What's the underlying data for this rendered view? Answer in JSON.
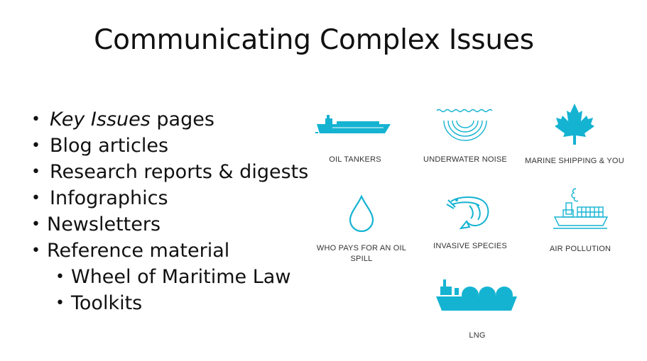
{
  "title": "Communicating Complex Issues",
  "bullets": [
    {
      "italic": "Key Issues",
      "text": " pages"
    },
    {
      "text": "Blog articles"
    },
    {
      "text": "Research reports & digests"
    },
    {
      "text": "Infographics"
    },
    {
      "text": "Newsletters"
    },
    {
      "text": "Reference material"
    }
  ],
  "sub_bullets": [
    {
      "text": "Wheel of Maritime Law"
    },
    {
      "text": "Toolkits"
    }
  ],
  "tiles": {
    "oil_tankers": {
      "label": "OIL TANKERS",
      "icon": "tanker-ship-icon"
    },
    "underwater_noise": {
      "label": "UNDERWATER NOISE",
      "icon": "sound-waves-icon"
    },
    "marine_shipping": {
      "label": "MARINE SHIPPING & YOU",
      "icon": "maple-leaf-icon"
    },
    "oil_spill": {
      "label": "WHO PAYS FOR AN OIL SPILL",
      "icon": "oil-drop-icon"
    },
    "invasive_species": {
      "label": "INVASIVE SPECIES",
      "icon": "shrimp-icon"
    },
    "air_pollution": {
      "label": "AIR POLLUTION",
      "icon": "smoking-ship-icon"
    },
    "lng": {
      "label": "LNG",
      "icon": "lng-carrier-icon"
    }
  },
  "colors": {
    "accent": "#15b3d2",
    "text": "#111111"
  }
}
